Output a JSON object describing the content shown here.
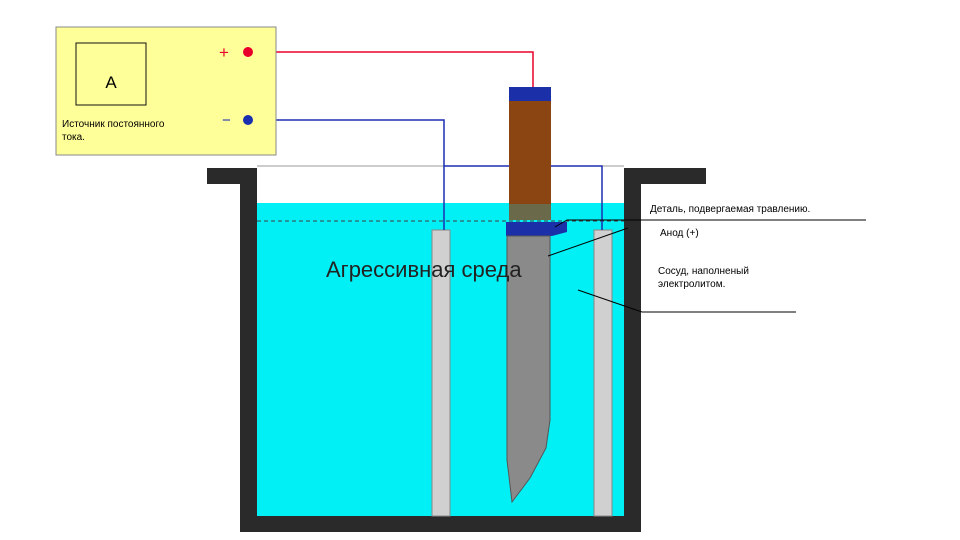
{
  "source": {
    "ammeter_label": "А",
    "caption_line1": "Источник постоянного",
    "caption_line2": "тока.",
    "plus_sign": "+",
    "minus_sign": "−"
  },
  "medium_label": "Агрессивная среда",
  "callouts": {
    "part_label": "Деталь, подвергаемая травлению.",
    "anode_label": "Анод (+)",
    "vessel_line1": "Сосуд, наполненый",
    "vessel_line2": "электролитом."
  },
  "colors": {
    "source_fill": "#ffff99",
    "electrolyte": "#00f0f5",
    "positive_wire": "#e8002a",
    "negative_wire": "#1a2fb0",
    "vessel_wall": "#2a2a2a",
    "handle": "#8b4513",
    "blade": "#8a8a8a",
    "cathode_plate": "#d0d0d0"
  }
}
